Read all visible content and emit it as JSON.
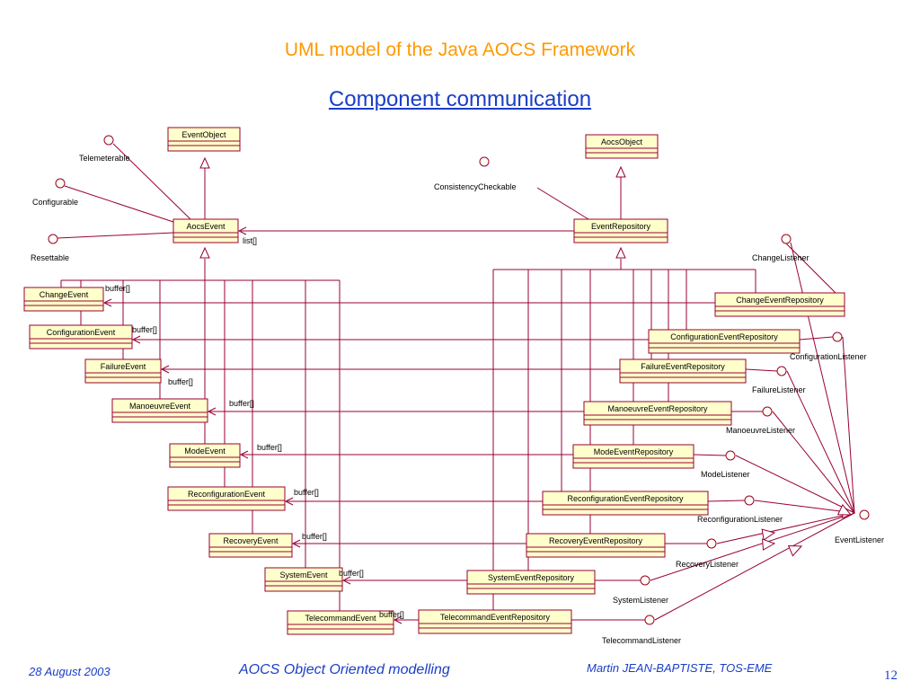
{
  "slide": {
    "title": "UML model of the Java AOCS Framework",
    "subtitle": "Component communication",
    "footer_date": "28 August 2003",
    "footer_course": "AOCS Object Oriented modelling",
    "footer_author": "Martin JEAN-BAPTISTE, TOS-EME",
    "page_number": "12"
  },
  "diagram": {
    "classes": {
      "event_object": "EventObject",
      "aocs_object": "AocsObject",
      "aocs_event": "AocsEvent",
      "event_repository": "EventRepository"
    },
    "interfaces": {
      "telemeterable": "Telemeterable",
      "configurable": "Configurable",
      "resettable": "Resettable",
      "consistency_checkable": "ConsistencyCheckable",
      "change_listener": "ChangeListener",
      "event_listener": "EventListener"
    },
    "list_label": "list[]",
    "buffer_label": "buffer[]",
    "event_pairs": [
      {
        "event": "ChangeEvent",
        "repository": "ChangeEventRepository",
        "listener": ""
      },
      {
        "event": "ConfigurationEvent",
        "repository": "ConfigurationEventRepository",
        "listener": "ConfigurationListener"
      },
      {
        "event": "FailureEvent",
        "repository": "FailureEventRepository",
        "listener": "FailureListener"
      },
      {
        "event": "ManoeuvreEvent",
        "repository": "ManoeuvreEventRepository",
        "listener": "ManoeuvreListener"
      },
      {
        "event": "ModeEvent",
        "repository": "ModeEventRepository",
        "listener": "ModeListener"
      },
      {
        "event": "ReconfigurationEvent",
        "repository": "ReconfigurationEventRepository",
        "listener": "ReconfigurationListener"
      },
      {
        "event": "RecoveryEvent",
        "repository": "RecoveryEventRepository",
        "listener": "RecoveryListener"
      },
      {
        "event": "SystemEvent",
        "repository": "SystemEventRepository",
        "listener": "SystemListener"
      },
      {
        "event": "TelecommandEvent",
        "repository": "TelecommandEventRepository",
        "listener": "TelecommandListener"
      }
    ],
    "colors": {
      "class_fill": "#ffffcc",
      "class_stroke": "#990033",
      "line": "#990033",
      "title": "#ff9900",
      "text_blue": "#1a3ec8"
    }
  }
}
